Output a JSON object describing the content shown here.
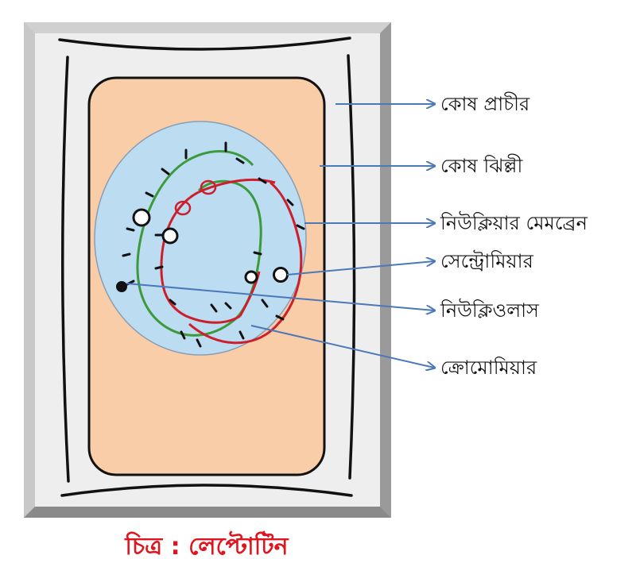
{
  "labels": {
    "cell_wall": "কোষ প্রাচীর",
    "cell_membrane": "কোষ ঝিল্লী",
    "nuclear_membrane": "নিউক্লিয়ার মেমব্রেন",
    "centromere": "সেন্ট্রোমিয়ার",
    "nucleolus": "নিউক্লিওলাস",
    "chromomere": "ক্রোমোমিয়ার"
  },
  "caption": "চিত্র : লেপ্টোটিন",
  "colors": {
    "cell_wall_fill": "#eeeeee",
    "cytoplasm": "#f9cda8",
    "nucleus": "#bcdcf2",
    "chromatid_green": "#3c9a3c",
    "chromatid_red": "#cc1f2b",
    "arrow": "#4a78b8",
    "caption": "#e0141e"
  }
}
